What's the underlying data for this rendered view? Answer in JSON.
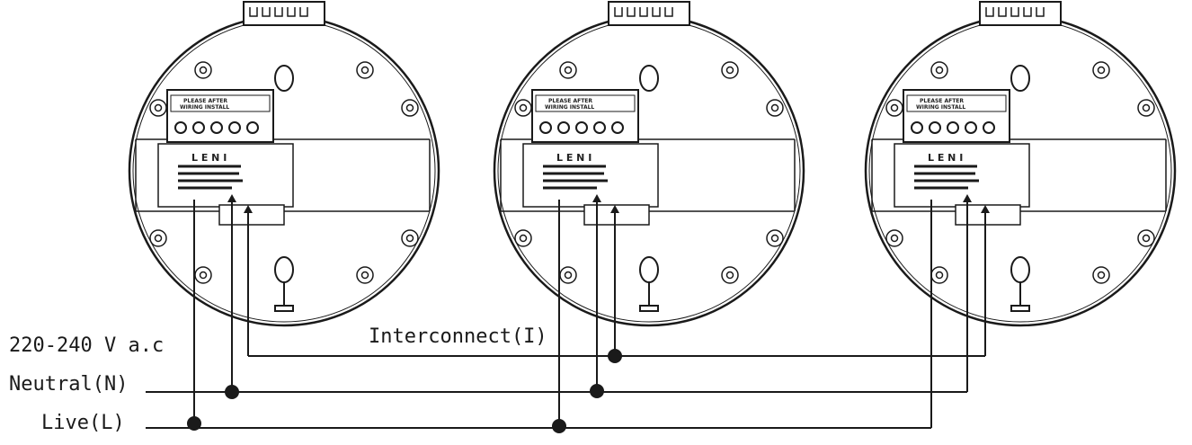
{
  "diagram": {
    "supply_label": "220-240 V a.c",
    "neutral_label": "Neutral(N)",
    "live_label": "Live(L)",
    "interconnect_label": "Interconnect(I)",
    "terminal_letters": "L  E  N  I",
    "detector_count": 3,
    "line_color": "#1a1a1a",
    "background_color": "#ffffff"
  }
}
